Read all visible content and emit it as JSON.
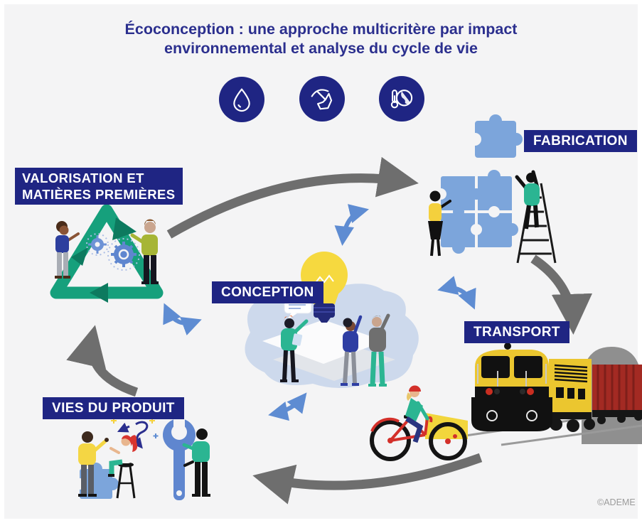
{
  "title": {
    "line1": "Écoconception : une approche multicritère par impact",
    "line2": "environnemental et analyse du cycle de vie"
  },
  "impact_icons": [
    {
      "name": "water-drop-icon"
    },
    {
      "name": "pickaxe-resources-icon"
    },
    {
      "name": "thermometer-globe-icon"
    }
  ],
  "stages": {
    "fabrication": "FABRICATION",
    "valorisation_line1": "VALORISATION ET",
    "valorisation_line2": "MATIÈRES PREMIÈRES",
    "conception": "CONCEPTION",
    "transport": "TRANSPORT",
    "vies_du_produit": "VIES DU PRODUIT"
  },
  "footer": {
    "copyright": "©ADEME"
  },
  "colors": {
    "background": "#f4f4f5",
    "label_bg": "#1f2583",
    "title_text": "#2b2f8e",
    "cycle_arrow_gray": "#6e6e6e",
    "exchange_arrow_blue": "#5e8cd2",
    "puzzle_blue": "#7ca5db",
    "recycle_green": "#16a07c",
    "bulb_yellow": "#f6d93f",
    "train_yellow": "#ebc62f",
    "wagon_red": "#a32a23"
  }
}
